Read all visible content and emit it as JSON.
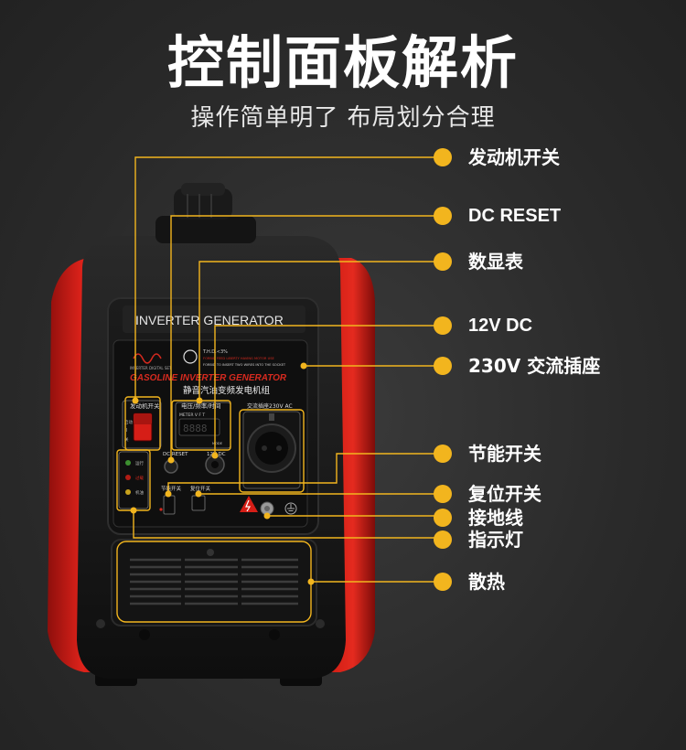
{
  "header": {
    "title": "控制面板解析",
    "subtitle": "操作简单明了 布局划分合理"
  },
  "panel": {
    "brand_strip": "INVERTER GENERATOR",
    "spec_thd": "T.H.D.<3%",
    "inverter_digital": "INVERTER DIGITAL SET",
    "warning_line1": "FORBID FEED LIBERTY HAVING MOTOR USE",
    "warning_line2": "FORBID TO INSERT TWO WIRES INTO THE SOCKET",
    "gasoline_text": "GASOLINE INVERTER GENERATOR",
    "cn_name": "静音汽油变频发电机组",
    "engine_switch_cap": "发动机开关",
    "meter_cap": "电压/频率/时间",
    "meter_readout": "METER V F T",
    "meter_mode": "MODE",
    "ac_socket_cap": "交流插座230V AC",
    "dc_reset_cap": "DC RESET",
    "dc12_cap": "12V DC",
    "eco_cap": "节能开关",
    "reset_cap": "复位开关",
    "ind_run": "运行",
    "ind_over": "过载",
    "ind_oil": "机油",
    "ind_on": "启动",
    "ind_i": "I",
    "ind_off": "关"
  },
  "callouts": [
    {
      "id": "engine-switch",
      "text": "发动机开关"
    },
    {
      "id": "dc-reset",
      "text": "DC RESET"
    },
    {
      "id": "digital-meter",
      "text": "数显表"
    },
    {
      "id": "dc-12v",
      "text": "12V DC"
    },
    {
      "id": "ac-socket",
      "text": "230V 交流插座"
    },
    {
      "id": "eco-switch",
      "text": "节能开关"
    },
    {
      "id": "reset-switch",
      "text": "复位开关"
    },
    {
      "id": "ground-wire",
      "text": "接地线"
    },
    {
      "id": "indicator-light",
      "text": "指示灯"
    },
    {
      "id": "heat-vent",
      "text": "散热"
    }
  ],
  "colors": {
    "accent": "#f2b51e",
    "body_red": "#d61e17",
    "body_black": "#161616",
    "background": "#2b2b2b"
  }
}
